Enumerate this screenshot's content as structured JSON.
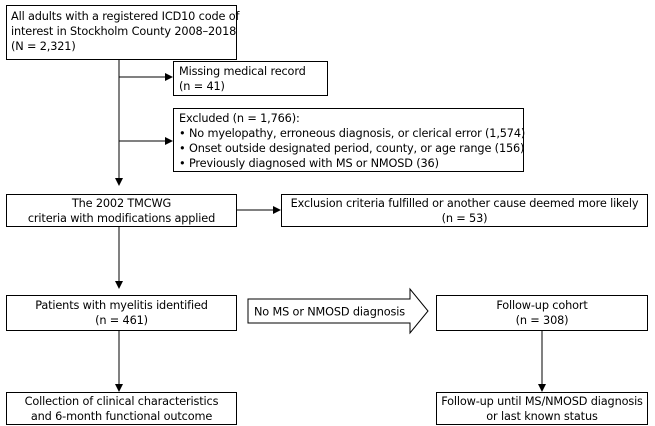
{
  "boxes": {
    "source": {
      "lines": [
        "All adults with a registered ICD10 code of",
        "interest in Stockholm County 2008–2018",
        "(N = 2,321)"
      ]
    },
    "missing": {
      "lines": [
        "Missing medical record",
        "(n = 41)"
      ]
    },
    "excluded": {
      "heading": "Excluded (n = 1,766):",
      "items": [
        "No myelopathy, erroneous diagnosis, or clerical error (1,574)",
        "Onset outside designated period, county, or age range (156)",
        "Previously diagnosed with MS or NMOSD (36)"
      ],
      "bullet": "•"
    },
    "criteria": {
      "lines": [
        "The 2002 TMCWG",
        "criteria with modifications applied"
      ]
    },
    "exclusion_fulfilled": {
      "lines": [
        "Exclusion criteria fulfilled or another cause deemed more likely",
        "(n = 53)"
      ]
    },
    "myelitis": {
      "lines": [
        "Patients with myelitis identified",
        "(n = 461)"
      ]
    },
    "arrow_label": "No MS or NMOSD diagnosis",
    "followup_cohort": {
      "lines": [
        "Follow-up cohort",
        "(n = 308)"
      ]
    },
    "collection": {
      "lines": [
        "Collection of clinical characteristics",
        "and 6-month functional outcome"
      ]
    },
    "followup_until": {
      "lines": [
        "Follow-up until MS/NMOSD diagnosis",
        "or last known status"
      ]
    }
  },
  "colors": {
    "stroke": "#000000",
    "fill": "#ffffff"
  }
}
